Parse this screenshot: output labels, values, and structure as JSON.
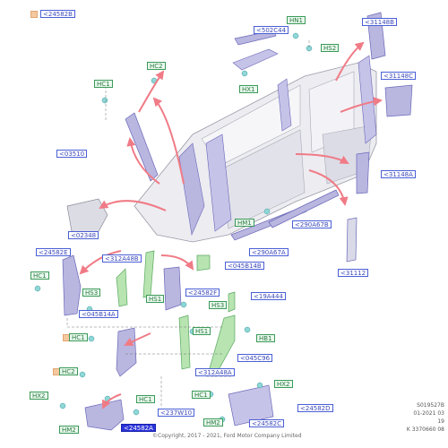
{
  "labels": {
    "l24582b": "<24582B",
    "l502c44": "<502C44",
    "l31148b": "<31148B",
    "l31148c": "<31148C",
    "l03510": "<03510",
    "l31148a": "<31148A",
    "l02348": "<02348",
    "l290a67b": "<290A67B",
    "l290a67a": "<290A67A",
    "l24582e": "<24582E",
    "l312a48b": "<312A48B",
    "l045b14b": "<045B14B",
    "l31112": "<31112",
    "l24582f": "<24582F",
    "l19a444": "<19A444",
    "l045b14a": "<045B14A",
    "l045c96": "<045C96",
    "l312a48a": "<312A48A",
    "l237w10": "<237W10",
    "l24582d": "<24582D",
    "l24582c": "<24582C",
    "l24582a": "<24582A"
  },
  "hardware": {
    "hn1": "HN1",
    "hs2": "HS2",
    "hx1": "HX1",
    "hc2a": "HC2",
    "hc1a": "HC1",
    "hm1": "HM1",
    "hc1b": "HC1",
    "hs3a": "HS3",
    "hs1a": "HS1",
    "hs3b": "HS3",
    "hs1b": "HS1",
    "hb1": "HB1",
    "hc1c": "HC1",
    "hc2b": "HC2",
    "hx2a": "HX2",
    "hc1d": "HC1",
    "hm2a": "HM2",
    "hc1e": "HC1",
    "hx2b": "HX2",
    "hm2b": "HM2"
  },
  "footer": {
    "copyright": "©Copyright, 2017 - 2021, Ford Motor Company Limited",
    "fold_line1": "S019527B",
    "fold_line2": "01-2021 03",
    "fold_line3": "19",
    "fold_line4": "K 3370660 08"
  },
  "colors": {
    "part_fill": "#b9b6e0",
    "part_stroke": "#6a68b8",
    "body_fill": "#e9e9ee",
    "arrow": "#f07b86",
    "clip": "#8fd7d6",
    "green_part": "#b7e4b0",
    "selected": "#2a33d8"
  }
}
